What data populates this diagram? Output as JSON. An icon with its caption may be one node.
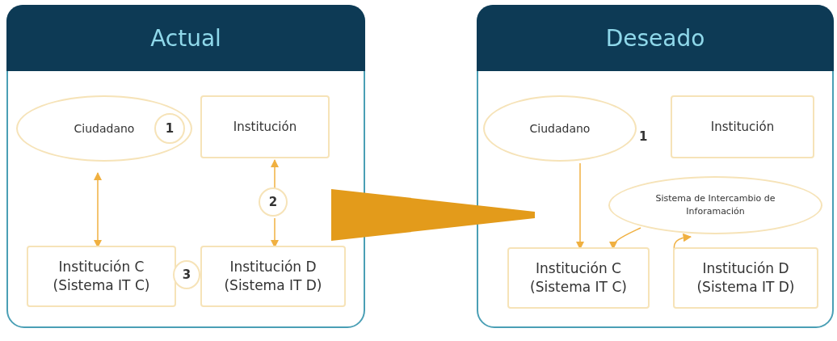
{
  "diagram": {
    "nodes": [
      {
        "text": [
          "Actual"
        ]
      },
      {
        "text": [
          "Ciudadano"
        ],
        "in": 0
      },
      {
        "text": [
          "1"
        ],
        "in": 1
      },
      {
        "text": [
          "Institución"
        ],
        "in": 0
      },
      {
        "text": [
          "2"
        ],
        "in": 0
      },
      {
        "text": [
          "Institución C (Sistema IT C)"
        ],
        "in": 0
      },
      {
        "text": [
          "3"
        ],
        "in": 0
      },
      {
        "text": [
          "Institución D (Sistema IT D)"
        ],
        "in": 0
      },
      {
        "text": [
          "Deseado"
        ]
      },
      {
        "text": [
          "Ciudadano"
        ],
        "in": 8
      },
      {
        "text": [
          "Institución"
        ],
        "in": 8
      },
      {
        "text": [
          "Sistema de Intercambio de Inforamación"
        ],
        "in": 8
      },
      {
        "text": [
          "Institución C (Sistema IT C)"
        ],
        "in": 8
      },
      {
        "text": [
          "Institución D (Sistema IT D)"
        ],
        "in": 8
      }
    ],
    "edges": [
      {
        "from": 1,
        "to": 5,
        "arrow": "both"
      },
      {
        "from": 4,
        "to": 3,
        "arrow": "to"
      },
      {
        "from": 4,
        "to": 7,
        "arrow": "to"
      },
      {
        "from": 0,
        "to": 8,
        "arrow": "to",
        "style": "thick",
        "color": "#e39b1b"
      },
      {
        "from": 9,
        "to": 12,
        "arrow": "to"
      },
      {
        "from": 11,
        "to": 12,
        "arrow": "to"
      },
      {
        "from": 13,
        "to": 11,
        "arrow": "to"
      }
    ],
    "labels": [
      "1"
    ]
  }
}
